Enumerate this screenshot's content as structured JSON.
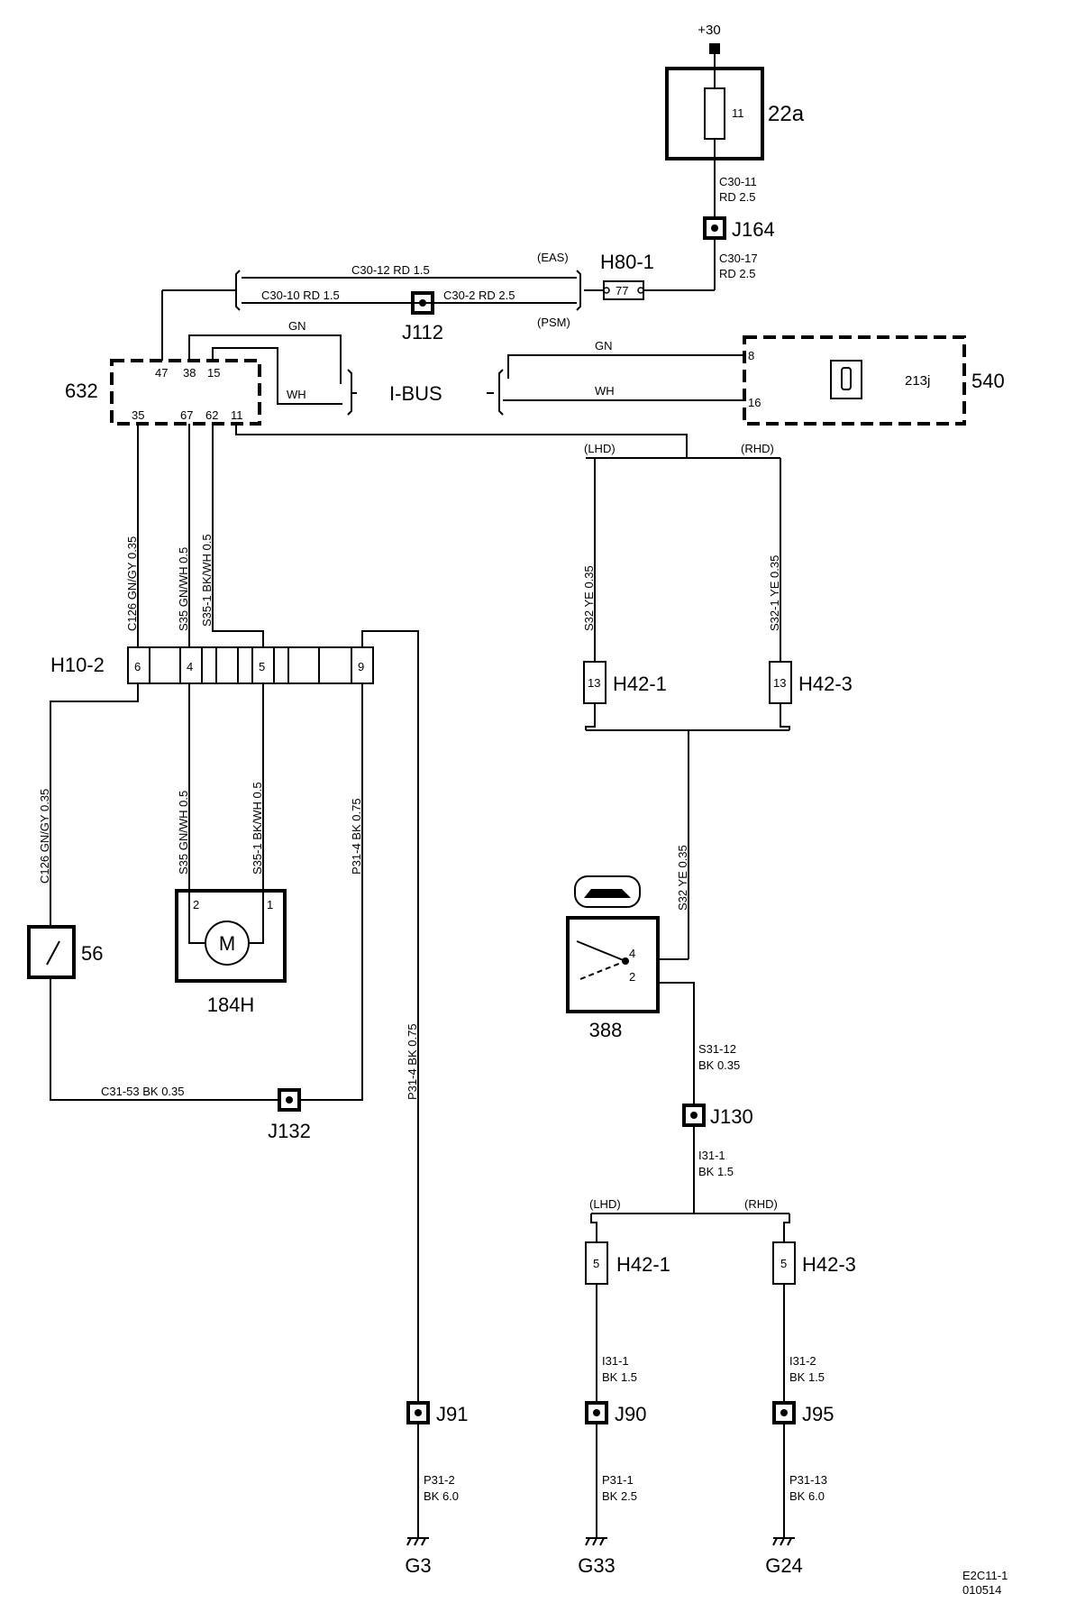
{
  "supply": {
    "label": "+30"
  },
  "fusebox": {
    "id": "22a",
    "fuse": "11"
  },
  "wires": {
    "c30_11": {
      "code": "C30-11",
      "spec": "RD  2.5"
    },
    "c30_17": {
      "code": "C30-17",
      "spec": "RD  2.5"
    },
    "c30_12": "C30-12   RD   1.5",
    "c30_10": "C30-10   RD   1.5",
    "c30_2": "C30-2   RD   2.5",
    "gn": "GN",
    "wh": "WH",
    "c126": "C126  GN/GY  0.35",
    "s35": "S35  GN/WH  0.5",
    "s35_1": "S35-1  BK/WH  0.5",
    "p31_4": "P31-4   BK  0.75",
    "p31_4_long": "P31-4  BK  0.75",
    "s32": "S32   YE  0.35",
    "s32_1": "S32-1  YE  0.35",
    "c31_53": "C31-53   BK    0.35",
    "s31_12": {
      "code": "S31-12",
      "spec": "BK  0.35"
    },
    "i31_1": {
      "code": "I31-1",
      "spec": "BK  1.5"
    },
    "i31_2": {
      "code": "I31-2",
      "spec": "BK  1.5"
    },
    "p31_2": {
      "code": "P31-2",
      "spec": "BK  6.0"
    },
    "p31_1": {
      "code": "P31-1",
      "spec": "BK  2.5"
    },
    "p31_13": {
      "code": "P31-13",
      "spec": "BK  6.0"
    }
  },
  "connectors": {
    "j164": "J164",
    "h80_1": {
      "id": "H80-1",
      "pin": "77"
    },
    "j112": "J112",
    "eas": "(EAS)",
    "psm": "(PSM)",
    "ibus": "I-BUS",
    "h10_2": {
      "id": "H10-2",
      "pins": [
        "6",
        "4",
        "5",
        "9"
      ]
    },
    "h42_1_top": {
      "id": "H42-1",
      "pin": "13"
    },
    "h42_3_top": {
      "id": "H42-3",
      "pin": "13"
    },
    "h42_1_bot": {
      "id": "H42-1",
      "pin": "5"
    },
    "h42_3_bot": {
      "id": "H42-3",
      "pin": "5"
    },
    "j130": "J130",
    "j132": "J132",
    "j91": "J91",
    "j90": "J90",
    "j95": "J95",
    "lhd": "(LHD)",
    "rhd": "(RHD)"
  },
  "modules": {
    "m632": {
      "id": "632",
      "pins_top": [
        "47",
        "38",
        "15"
      ],
      "pins_bottom": [
        "35",
        "67",
        "62",
        "11"
      ]
    },
    "m540": {
      "id": "540",
      "sub": "213j",
      "pin_gn": "8",
      "pin_wh": "16"
    }
  },
  "components": {
    "c56": "56",
    "motor": {
      "id": "184H",
      "symbol": "M",
      "pin_left": "2",
      "pin_right": "1"
    },
    "switch388": {
      "id": "388",
      "pin_a": "4",
      "pin_b": "2"
    }
  },
  "grounds": {
    "g3": "G3",
    "g33": "G33",
    "g24": "G24"
  },
  "footer": {
    "code": "E2C11-1",
    "num": "010514"
  }
}
